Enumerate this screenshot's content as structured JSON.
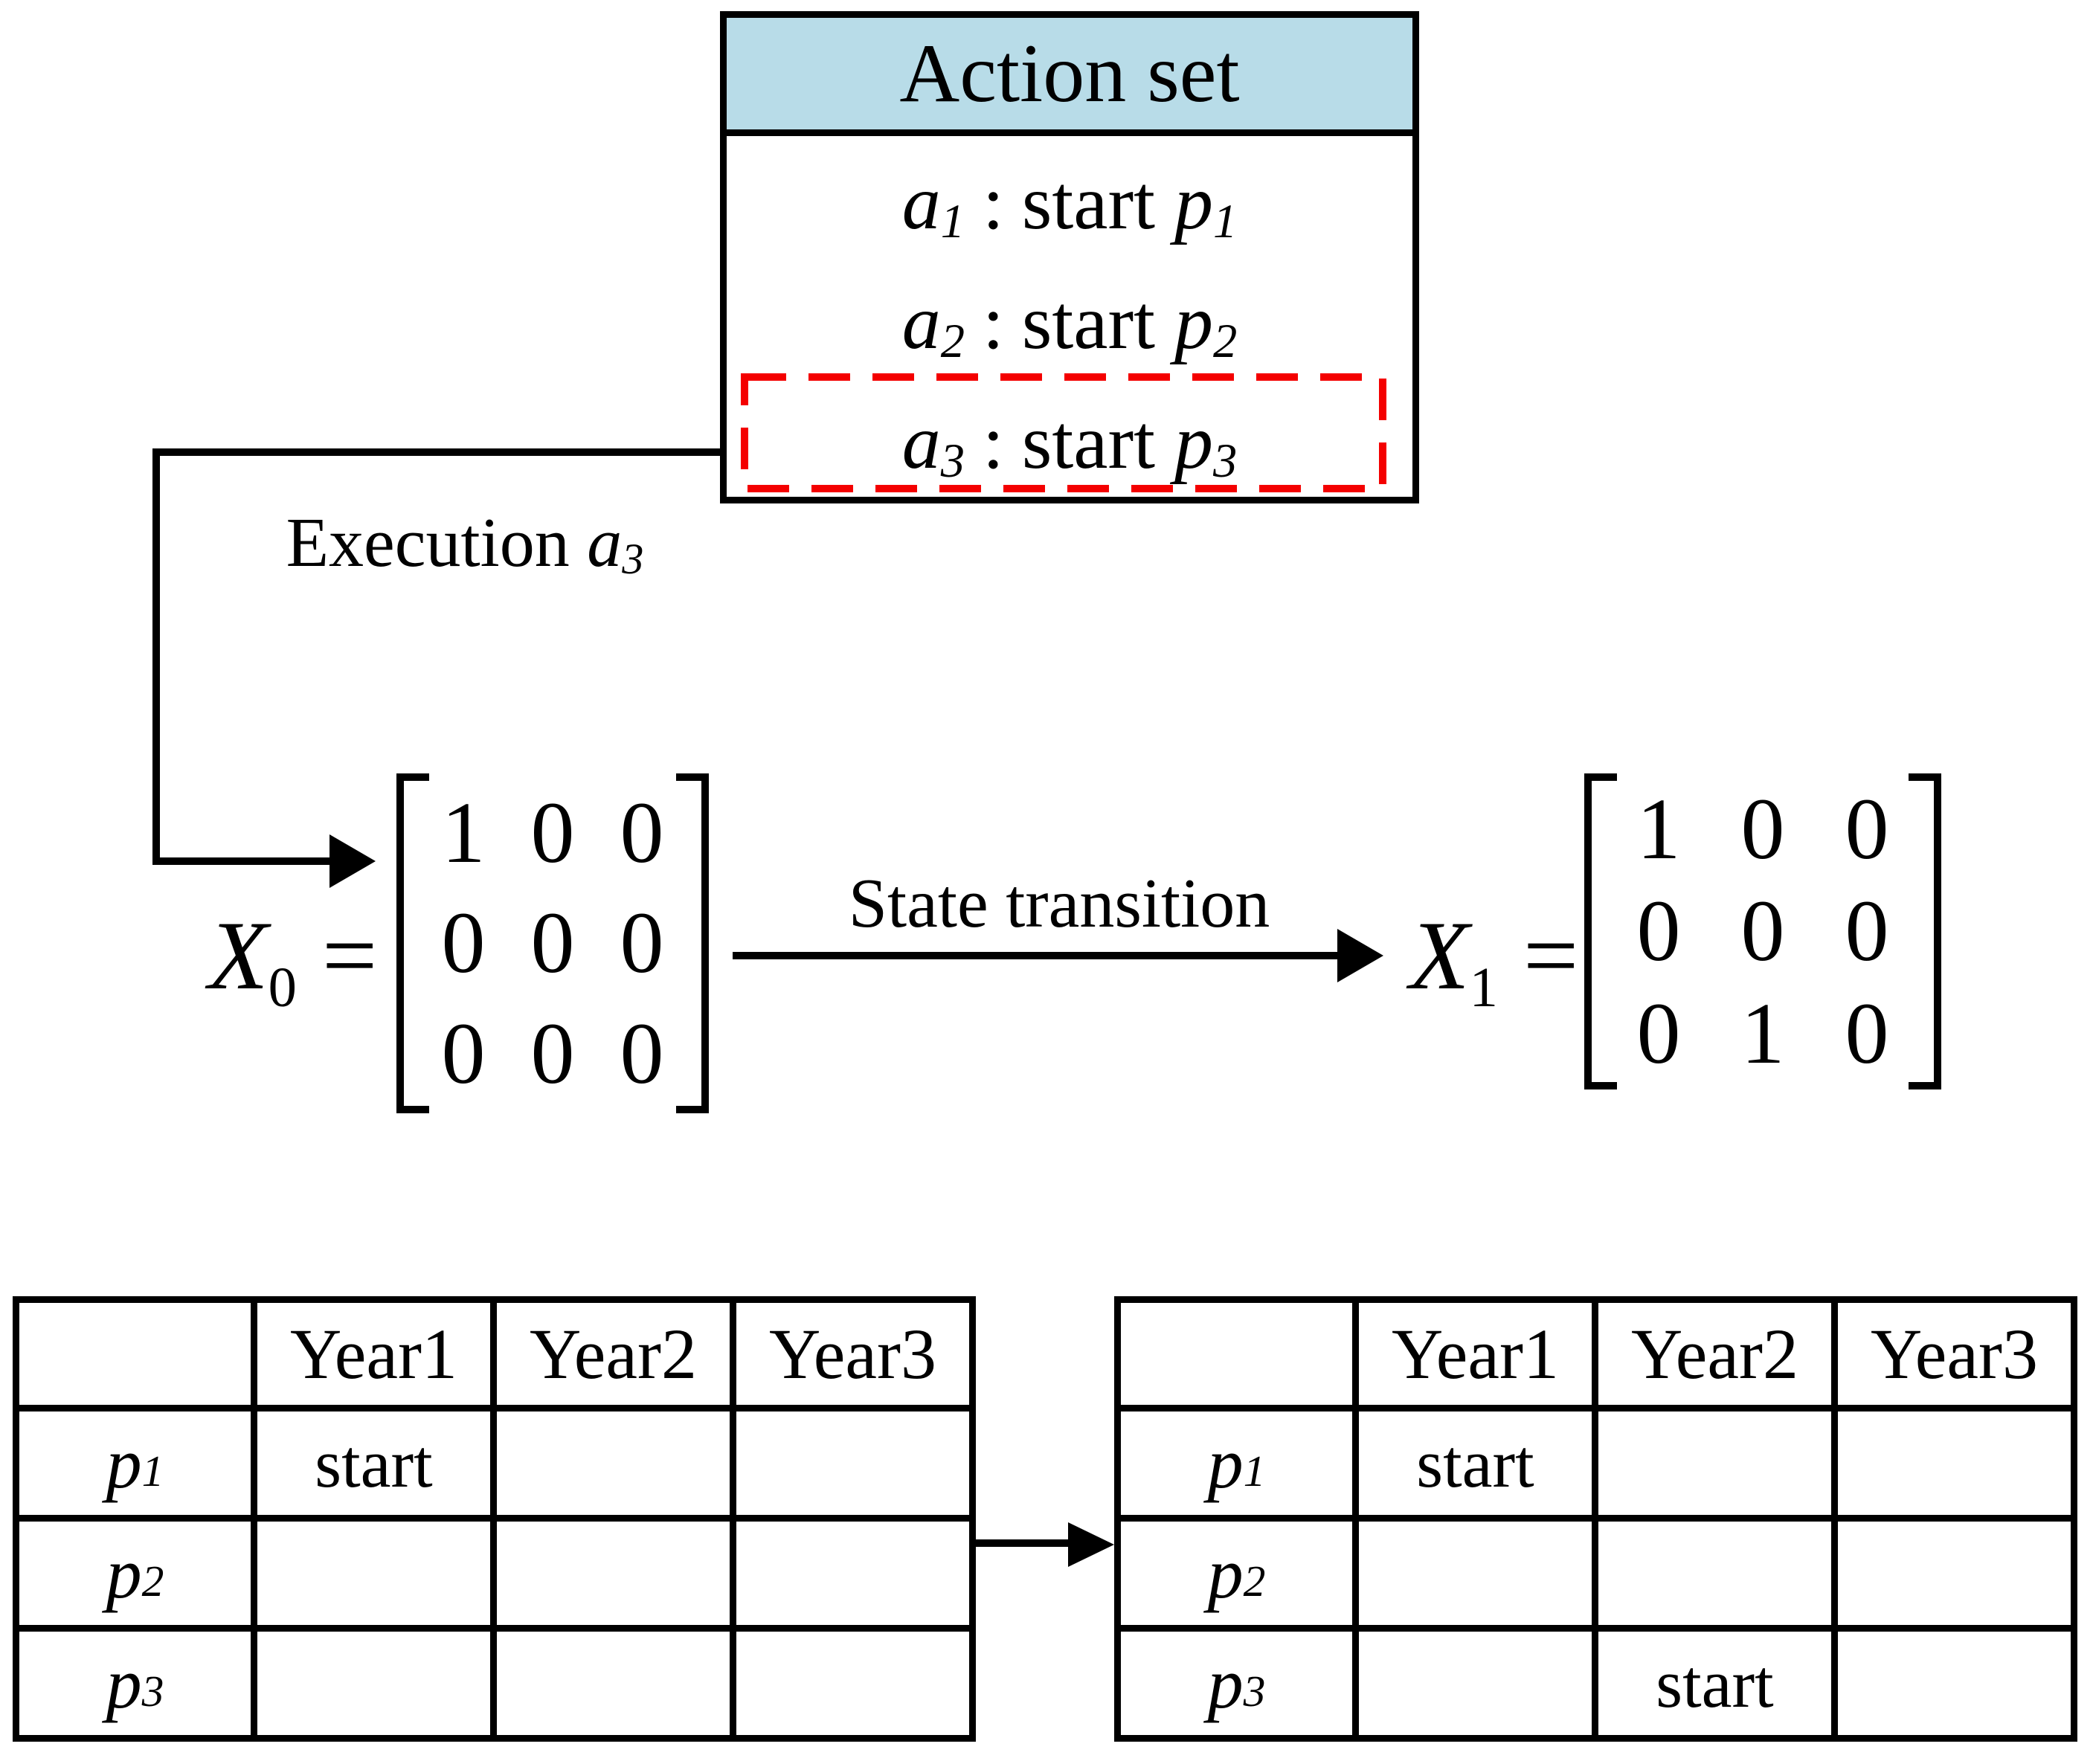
{
  "colors": {
    "header_bg": "#b8dce8",
    "highlight_red": "#f40000",
    "ink": "#000000"
  },
  "action_set": {
    "title": "Action set",
    "items": [
      {
        "a": "a",
        "a_sub": "1",
        "sep": ":",
        "verb": "start",
        "p": "p",
        "p_sub": "1"
      },
      {
        "a": "a",
        "a_sub": "2",
        "sep": ":",
        "verb": "start",
        "p": "p",
        "p_sub": "2"
      },
      {
        "a": "a",
        "a_sub": "3",
        "sep": ":",
        "verb": "start",
        "p": "p",
        "p_sub": "3"
      }
    ]
  },
  "labels": {
    "execution": {
      "prefix": "Execution ",
      "sym": "a",
      "sub": "3"
    },
    "state_transition": "State transition"
  },
  "equations": {
    "x0": {
      "sym": "X",
      "sub": "0",
      "eq": "=",
      "rows": [
        [
          "1",
          "0",
          "0"
        ],
        [
          "0",
          "0",
          "0"
        ],
        [
          "0",
          "0",
          "0"
        ]
      ]
    },
    "x1": {
      "sym": "X",
      "sub": "1",
      "eq": "=",
      "rows": [
        [
          "1",
          "0",
          "0"
        ],
        [
          "0",
          "0",
          "0"
        ],
        [
          "0",
          "1",
          "0"
        ]
      ]
    }
  },
  "tables": {
    "left": {
      "col_headers": [
        "Year1",
        "Year2",
        "Year3"
      ],
      "rows": [
        {
          "sym": "p",
          "sub": "1",
          "cells": [
            "start",
            "",
            ""
          ]
        },
        {
          "sym": "p",
          "sub": "2",
          "cells": [
            "",
            "",
            ""
          ]
        },
        {
          "sym": "p",
          "sub": "3",
          "cells": [
            "",
            "",
            ""
          ]
        }
      ]
    },
    "right": {
      "col_headers": [
        "Year1",
        "Year2",
        "Year3"
      ],
      "rows": [
        {
          "sym": "p",
          "sub": "1",
          "cells": [
            "start",
            "",
            ""
          ]
        },
        {
          "sym": "p",
          "sub": "2",
          "cells": [
            "",
            "",
            ""
          ]
        },
        {
          "sym": "p",
          "sub": "3",
          "cells": [
            "",
            "start",
            ""
          ]
        }
      ]
    }
  }
}
